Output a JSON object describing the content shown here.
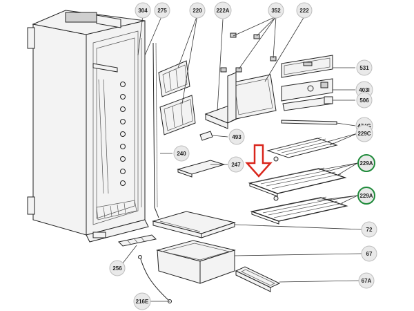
{
  "callouts": [
    {
      "id": "c304",
      "label": "304",
      "highlight": false
    },
    {
      "id": "c275",
      "label": "275",
      "highlight": false
    },
    {
      "id": "c220",
      "label": "220",
      "highlight": false
    },
    {
      "id": "c222A",
      "label": "222A",
      "highlight": false
    },
    {
      "id": "c352",
      "label": "352",
      "highlight": false
    },
    {
      "id": "c222",
      "label": "222",
      "highlight": false
    },
    {
      "id": "c531",
      "label": "531",
      "highlight": false
    },
    {
      "id": "c403I",
      "label": "403I",
      "highlight": false
    },
    {
      "id": "c506",
      "label": "506",
      "highlight": false
    },
    {
      "id": "c474G",
      "label": "474G",
      "highlight": false
    },
    {
      "id": "c229C",
      "label": "229C",
      "highlight": false
    },
    {
      "id": "c493",
      "label": "493",
      "highlight": false
    },
    {
      "id": "c240",
      "label": "240",
      "highlight": false
    },
    {
      "id": "c247",
      "label": "247",
      "highlight": false
    },
    {
      "id": "c229A1",
      "label": "229A",
      "highlight": true
    },
    {
      "id": "c229A2",
      "label": "229A",
      "highlight": true
    },
    {
      "id": "c72",
      "label": "72",
      "highlight": false
    },
    {
      "id": "c256",
      "label": "256",
      "highlight": false
    },
    {
      "id": "c67",
      "label": "67",
      "highlight": false
    },
    {
      "id": "c67A",
      "label": "67A",
      "highlight": false
    },
    {
      "id": "c216E",
      "label": "216E",
      "highlight": false
    }
  ],
  "colors": {
    "highlight_ring": "#1f8a3a",
    "arrow": "#d9261c",
    "bubble_fill": "#e9e9e9"
  },
  "indicator": {
    "icon": "down-arrow-icon"
  }
}
